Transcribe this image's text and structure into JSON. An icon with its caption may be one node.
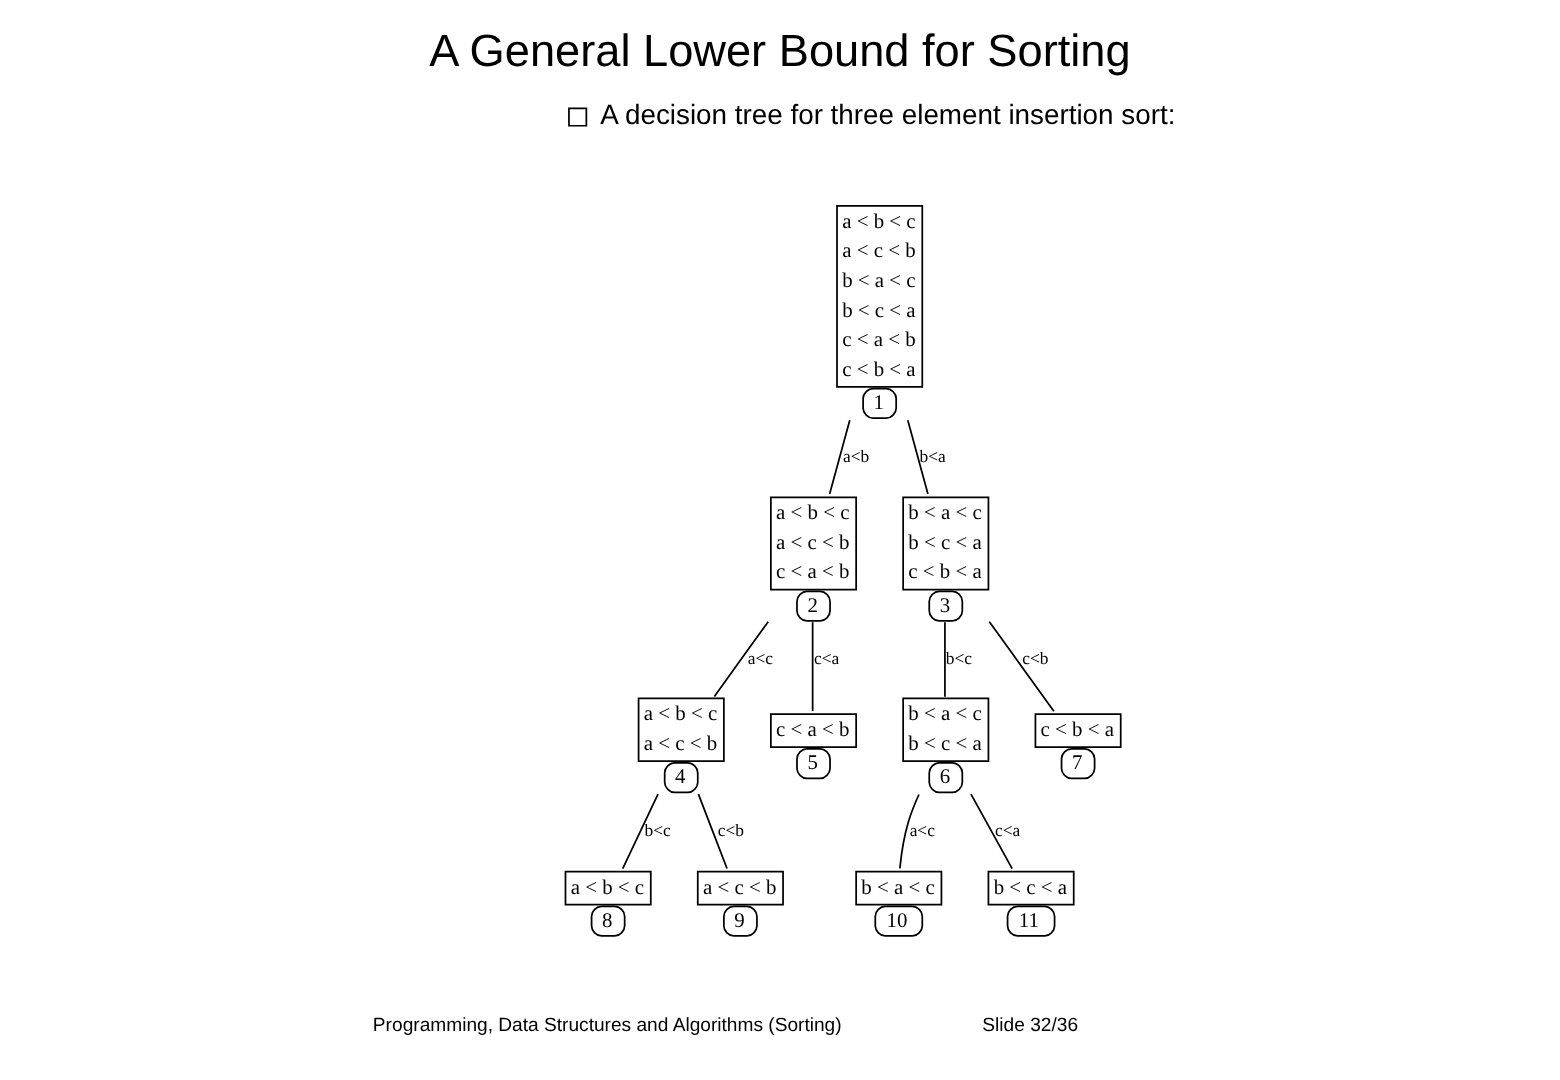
{
  "diagram": {
    "title": "A General Lower Bound for Sorting",
    "nodes": [
      {
        "text": [
          "a < b < c",
          "a < c < b",
          "b < a < c",
          "b < c < a",
          "c < a < b",
          "c < b < a"
        ],
        "beside": [
          "1"
        ]
      },
      {
        "text": [
          "a < b < c",
          "a < c < b",
          "c < a < b"
        ],
        "beside": [
          "2"
        ]
      },
      {
        "text": [
          "b < a < c",
          "b < c < a",
          "c < b < a"
        ],
        "beside": [
          "3"
        ]
      },
      {
        "text": [
          "a < b < c",
          "a < c < b"
        ],
        "beside": [
          "4"
        ]
      },
      {
        "text": [
          "c < a < b"
        ],
        "beside": [
          "5"
        ]
      },
      {
        "text": [
          "b < a < c",
          "b < c < a"
        ],
        "beside": [
          "6"
        ]
      },
      {
        "text": [
          "c < b < a"
        ],
        "beside": [
          "7"
        ]
      },
      {
        "text": [
          "a < b < c"
        ],
        "beside": [
          "8"
        ]
      },
      {
        "text": [
          "a < c < b"
        ],
        "beside": [
          "9"
        ]
      },
      {
        "text": [
          "b < a < c"
        ],
        "beside": [
          "10"
        ]
      },
      {
        "text": [
          "b < c < a"
        ],
        "beside": [
          "11"
        ]
      }
    ],
    "edges": [
      {
        "from": 0,
        "to": 1,
        "arrow": "none",
        "label": "a<b"
      },
      {
        "from": 0,
        "to": 2,
        "arrow": "none",
        "label": "b<a"
      },
      {
        "from": 1,
        "to": 3,
        "arrow": "none",
        "label": "a<c"
      },
      {
        "from": 1,
        "to": 4,
        "arrow": "none",
        "label": "c<a"
      },
      {
        "from": 2,
        "to": 5,
        "arrow": "none",
        "label": "b<c"
      },
      {
        "from": 2,
        "to": 6,
        "arrow": "none",
        "label": "c<b"
      },
      {
        "from": 3,
        "to": 7,
        "arrow": "none",
        "label": "b<c"
      },
      {
        "from": 3,
        "to": 8,
        "arrow": "none",
        "label": "c<b"
      },
      {
        "from": 5,
        "to": 9,
        "arrow": "none",
        "label": "a<c"
      },
      {
        "from": 5,
        "to": 10,
        "arrow": "none",
        "label": "c<a"
      }
    ],
    "labels": [
      "A decision tree for three element insertion sort:",
      "Programming, Data Structures and Algorithms (Sorting)",
      "Slide 32/36"
    ]
  }
}
